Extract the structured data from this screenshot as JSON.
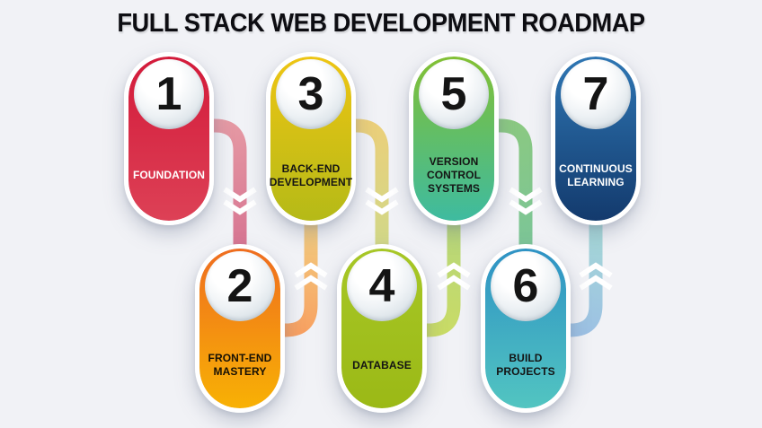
{
  "title": "FULL STACK WEB DEVELOPMENT ROADMAP",
  "theme": {
    "background": "#f1f2f6",
    "title_color": "#0d0d12",
    "pill_ring_color": "#ffffff",
    "circle_top": "#ffffff",
    "circle_bottom": "#c6d2da",
    "number_color": "#141414",
    "chevron_color": "#ffffff"
  },
  "steps": [
    {
      "number": "1",
      "label": "FOUNDATION",
      "row": "top",
      "color_top": "#d31a3a",
      "color_bottom": "#dd4156",
      "label_color": "#ffffff"
    },
    {
      "number": "2",
      "label": "FRONT-END MASTERY",
      "row": "bottom",
      "color_top": "#ef6d1f",
      "color_bottom": "#f8b104",
      "label_color": "#161005"
    },
    {
      "number": "3",
      "label": "BACK-END DEVELOPMENT",
      "row": "top",
      "color_top": "#eec513",
      "color_bottom": "#b5ba17",
      "label_color": "#141414"
    },
    {
      "number": "4",
      "label": "DATABASE",
      "row": "bottom",
      "color_top": "#a7c726",
      "color_bottom": "#9bb916",
      "label_color": "#141414"
    },
    {
      "number": "5",
      "label": "VERSION CONTROL SYSTEMS",
      "row": "top",
      "color_top": "#82c033",
      "color_bottom": "#3ebba0",
      "label_color": "#141414"
    },
    {
      "number": "6",
      "label": "BUILD PROJECTS",
      "row": "bottom",
      "color_top": "#2e92c4",
      "color_bottom": "#52c5c1",
      "label_color": "#141414"
    },
    {
      "number": "7",
      "label": "CONTINUOUS LEARNING",
      "row": "top",
      "color_top": "#2e76b3",
      "color_bottom": "#133a6d",
      "label_color": "#ffffff"
    }
  ],
  "connectors": [
    {
      "from": "1",
      "to": "2",
      "direction": "down",
      "color_start": "#e69aa4",
      "color_end": "#d46e8e"
    },
    {
      "from": "2",
      "to": "3",
      "direction": "up",
      "color_start": "#f89f60",
      "color_end": "#f1d384"
    },
    {
      "from": "3",
      "to": "4",
      "direction": "down",
      "color_start": "#eccf79",
      "color_end": "#ccd98b"
    },
    {
      "from": "4",
      "to": "5",
      "direction": "up",
      "color_start": "#cadc65",
      "color_end": "#b3d57d"
    },
    {
      "from": "5",
      "to": "6",
      "direction": "down",
      "color_start": "#8bc981",
      "color_end": "#79c49b"
    },
    {
      "from": "6",
      "to": "7",
      "direction": "up",
      "color_start": "#9cc0e4",
      "color_end": "#a7dcd4"
    }
  ]
}
